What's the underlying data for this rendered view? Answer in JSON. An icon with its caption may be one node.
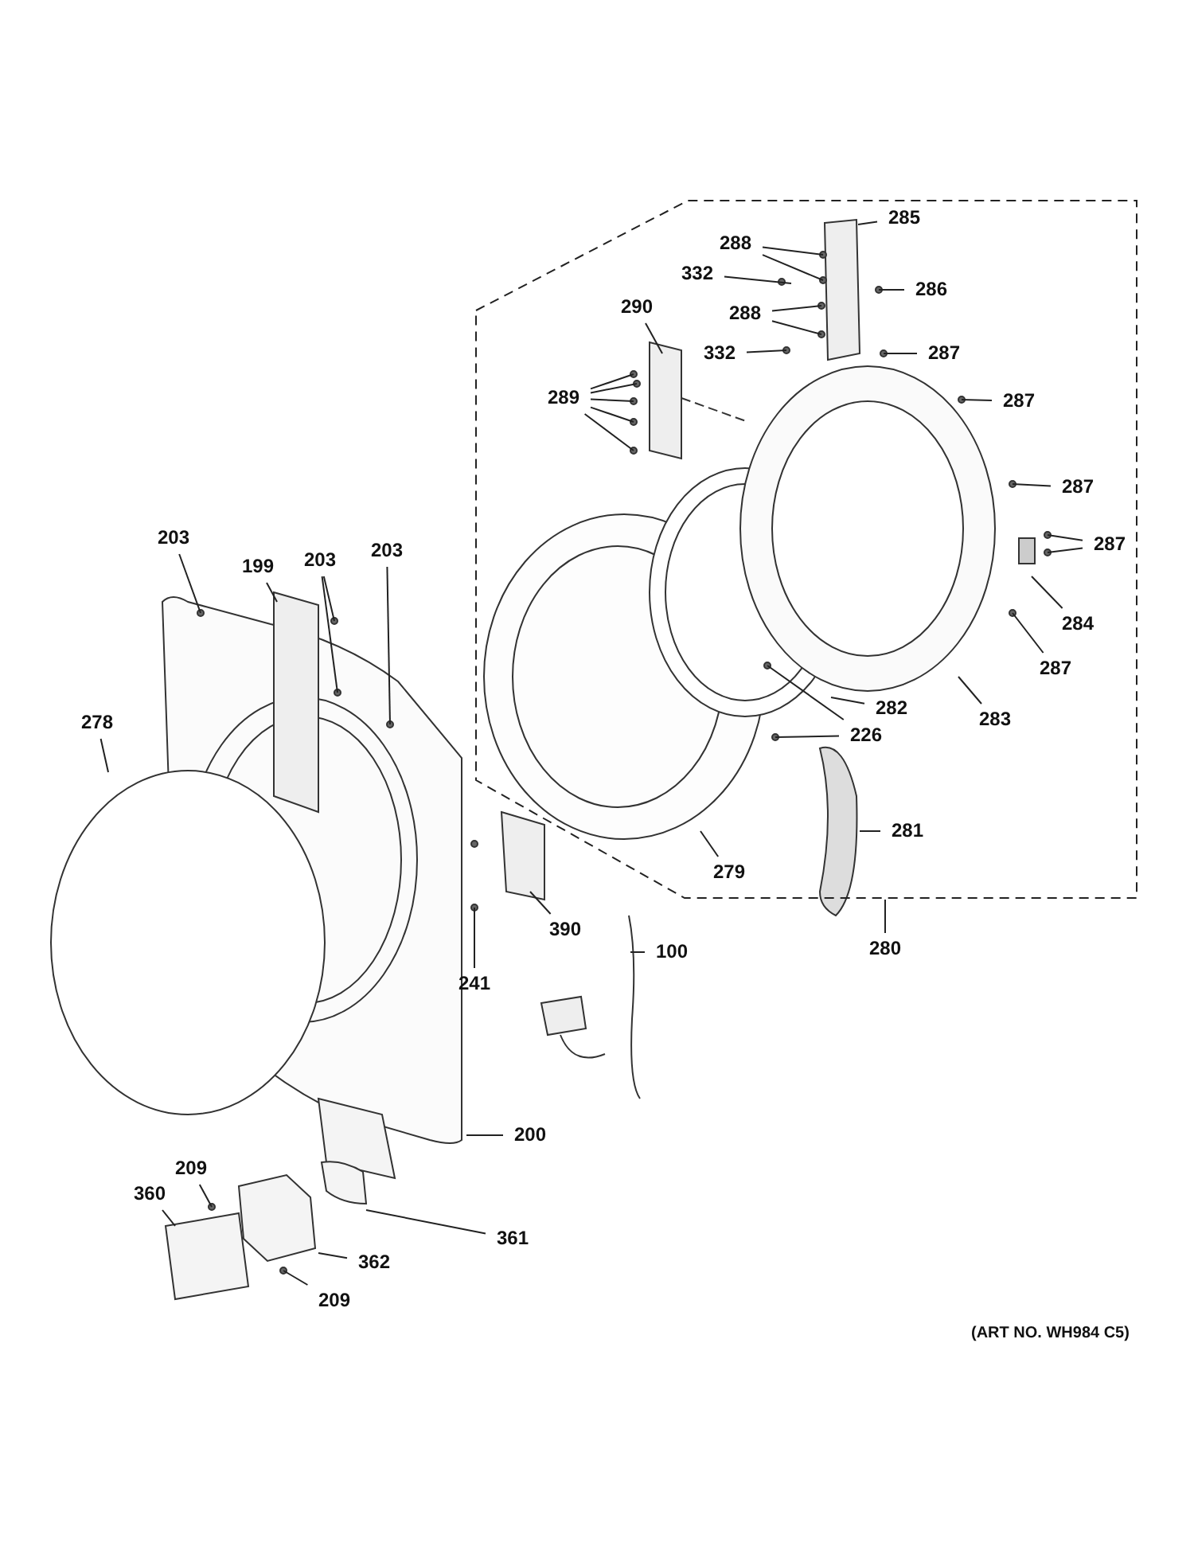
{
  "diagram": {
    "nodes": [
      {
        "text": [],
        "shape": "box"
      },
      {
        "text": [
          "285"
        ],
        "in": 0
      },
      {
        "text": [
          "288"
        ],
        "in": 0
      },
      {
        "text": [
          "332"
        ],
        "in": 0
      },
      {
        "text": [
          "286"
        ],
        "in": 0
      },
      {
        "text": [
          "288"
        ],
        "in": 0
      },
      {
        "text": [
          "332"
        ],
        "in": 0
      },
      {
        "text": [
          "287"
        ],
        "in": 0
      },
      {
        "text": [
          "290"
        ],
        "in": 0
      },
      {
        "text": [
          "289"
        ],
        "in": 0
      },
      {
        "text": [
          "287"
        ],
        "in": 0
      },
      {
        "text": [
          "287"
        ],
        "in": 0
      },
      {
        "text": [
          "287"
        ],
        "in": 0
      },
      {
        "text": [
          "284"
        ],
        "in": 0
      },
      {
        "text": [
          "287"
        ],
        "in": 0
      },
      {
        "text": [
          "282"
        ],
        "in": 0
      },
      {
        "text": [
          "283"
        ],
        "in": 0
      },
      {
        "text": [
          "226"
        ],
        "in": 0
      },
      {
        "text": [
          "281"
        ],
        "in": 0
      },
      {
        "text": [
          "279"
        ],
        "in": 0
      },
      {
        "text": [
          "280"
        ]
      },
      {
        "text": [
          "203"
        ]
      },
      {
        "text": [
          "199"
        ]
      },
      {
        "text": [
          "203"
        ]
      },
      {
        "text": [
          "203"
        ]
      },
      {
        "text": [
          "278"
        ]
      },
      {
        "text": [
          "390"
        ]
      },
      {
        "text": [
          "241"
        ]
      },
      {
        "text": [
          "100"
        ]
      },
      {
        "text": [
          "200"
        ]
      },
      {
        "text": [
          "209"
        ]
      },
      {
        "text": [
          "360"
        ]
      },
      {
        "text": [
          "361"
        ]
      },
      {
        "text": [
          "362"
        ]
      },
      {
        "text": [
          "209"
        ]
      }
    ],
    "edges": [
      {
        "from": 1,
        "to": null,
        "arrow": "none"
      },
      {
        "from": 2,
        "to": null,
        "arrow": "none"
      },
      {
        "from": 2,
        "to": null,
        "arrow": "none"
      },
      {
        "from": 3,
        "to": null,
        "arrow": "none"
      },
      {
        "from": 4,
        "to": null,
        "arrow": "none"
      },
      {
        "from": 5,
        "to": null,
        "arrow": "none"
      },
      {
        "from": 5,
        "to": null,
        "arrow": "none"
      },
      {
        "from": 6,
        "to": null,
        "arrow": "none"
      },
      {
        "from": 7,
        "to": null,
        "arrow": "none"
      },
      {
        "from": 8,
        "to": null,
        "arrow": "none"
      },
      {
        "from": 9,
        "to": null,
        "arrow": "none"
      },
      {
        "from": 9,
        "to": null,
        "arrow": "none"
      },
      {
        "from": 9,
        "to": null,
        "arrow": "none"
      },
      {
        "from": 9,
        "to": null,
        "arrow": "none"
      },
      {
        "from": 9,
        "to": null,
        "arrow": "none"
      },
      {
        "from": 10,
        "to": null,
        "arrow": "none"
      },
      {
        "from": 11,
        "to": null,
        "arrow": "none"
      },
      {
        "from": 12,
        "to": null,
        "arrow": "none"
      },
      {
        "from": 12,
        "to": null,
        "arrow": "none"
      },
      {
        "from": 13,
        "to": null,
        "arrow": "none"
      },
      {
        "from": 14,
        "to": null,
        "arrow": "none"
      },
      {
        "from": 15,
        "to": null,
        "arrow": "none"
      },
      {
        "from": 16,
        "to": null,
        "arrow": "none"
      },
      {
        "from": 17,
        "to": null,
        "arrow": "none"
      },
      {
        "from": 17,
        "to": null,
        "arrow": "none"
      },
      {
        "from": 18,
        "to": null,
        "arrow": "none"
      },
      {
        "from": 19,
        "to": null,
        "arrow": "none"
      },
      {
        "from": 20,
        "to": 0,
        "arrow": "none"
      },
      {
        "from": 21,
        "to": null,
        "arrow": "none"
      },
      {
        "from": 22,
        "to": null,
        "arrow": "none"
      },
      {
        "from": 23,
        "to": null,
        "arrow": "none"
      },
      {
        "from": 23,
        "to": null,
        "arrow": "none"
      },
      {
        "from": 24,
        "to": null,
        "arrow": "none"
      },
      {
        "from": 25,
        "to": null,
        "arrow": "none"
      },
      {
        "from": 26,
        "to": null,
        "arrow": "none"
      },
      {
        "from": 27,
        "to": null,
        "arrow": "none"
      },
      {
        "from": 28,
        "to": null,
        "arrow": "none"
      },
      {
        "from": 29,
        "to": null,
        "arrow": "none"
      },
      {
        "from": 30,
        "to": null,
        "arrow": "none"
      },
      {
        "from": 31,
        "to": null,
        "arrow": "none"
      },
      {
        "from": 32,
        "to": null,
        "arrow": "none"
      },
      {
        "from": 33,
        "to": null,
        "arrow": "none"
      },
      {
        "from": 34,
        "to": null,
        "arrow": "none"
      }
    ],
    "labels": [
      "(ART NO. WH984 C5)"
    ]
  }
}
